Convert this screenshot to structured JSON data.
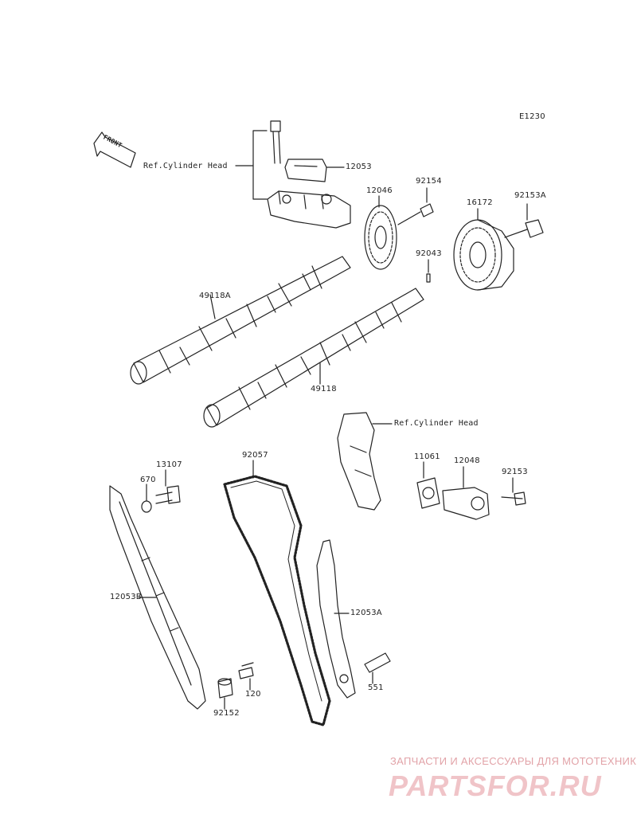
{
  "diagram": {
    "code": "E1230",
    "front_label": "FRONT",
    "ref_cylinder_head_top": "Ref.Cylinder Head",
    "ref_cylinder_head_mid": "Ref.Cylinder Head",
    "parts": {
      "p12053": "12053",
      "p12046": "12046",
      "p92154": "92154",
      "p16172": "16172",
      "p92153A": "92153A",
      "p92043": "92043",
      "p49118A": "49118A",
      "p49118": "49118",
      "p11061": "11061",
      "p12048": "12048",
      "p92153": "92153",
      "p13107": "13107",
      "p670": "670",
      "p92057": "92057",
      "p12053B": "12053B",
      "p12053A": "12053A",
      "p120": "120",
      "p551": "551",
      "p92152": "92152"
    }
  },
  "watermark": {
    "tagline": "ЗАПЧАСТИ И АКСЕССУАРЫ ДЛЯ МОТОТЕХНИКИ",
    "site": "PARTSFOR.RU"
  },
  "colors": {
    "line": "#222222",
    "watermark": "#e2a3a8"
  }
}
